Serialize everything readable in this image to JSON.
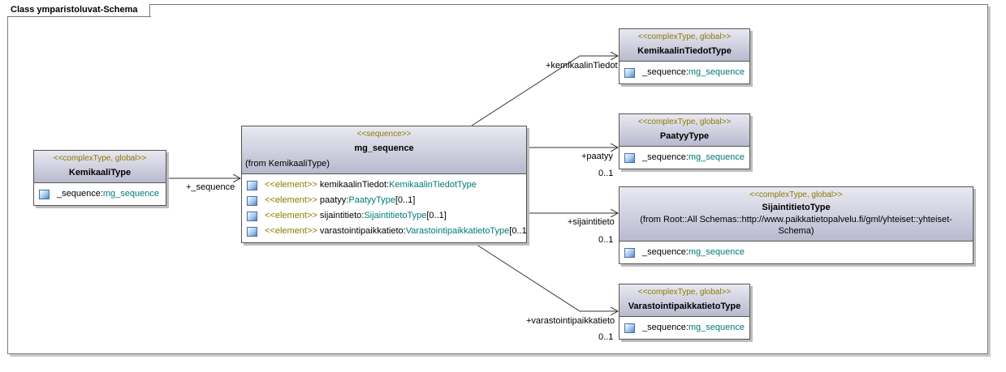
{
  "frame": {
    "title": "Class ymparistoluvat-Schema"
  },
  "classes": {
    "kemikaali": {
      "stereotype": "<<complexType, global>>",
      "name": "KemikaaliType",
      "attrs": [
        {
          "name": "_sequence:",
          "type": "mg_sequence"
        }
      ]
    },
    "mg_sequence": {
      "stereotype": "<<sequence>>",
      "name": "mg_sequence",
      "from": "(from KemikaaliType)",
      "attrs": [
        {
          "kw": "<<element>>",
          "name": " kemikaalinTiedot:",
          "type": "KemikaalinTiedotType",
          "mult": ""
        },
        {
          "kw": "<<element>>",
          "name": " paatyy:",
          "type": "PaatyyType",
          "mult": "[0..1]"
        },
        {
          "kw": "<<element>>",
          "name": " sijaintitieto:",
          "type": "SijaintitietoType",
          "mult": "[0..1]"
        },
        {
          "kw": "<<element>>",
          "name": " varastointipaikkatieto:",
          "type": "VarastointipaikkatietoType",
          "mult": "[0..1"
        }
      ]
    },
    "kemikaalin_tiedot": {
      "stereotype": "<<complexType, global>>",
      "name": "KemikaalinTiedotType",
      "attrs": [
        {
          "name": "_sequence:",
          "type": "mg_sequence"
        }
      ]
    },
    "paatyy": {
      "stereotype": "<<complexType, global>>",
      "name": "PaatyyType",
      "attrs": [
        {
          "name": "_sequence:",
          "type": "mg_sequence"
        }
      ]
    },
    "sijaintitieto": {
      "stereotype": "<<complexType, global>>",
      "name": "SijaintitietoType",
      "from": "(from Root::All Schemas::http://www.paikkatietopalvelu.fi/gml/yhteiset::yhteiset-Schema)",
      "attrs": [
        {
          "name": "_sequence:",
          "type": "mg_sequence"
        }
      ]
    },
    "varastointi": {
      "stereotype": "<<complexType, global>>",
      "name": "VarastointipaikkatietoType",
      "attrs": [
        {
          "name": "_sequence:",
          "type": "mg_sequence"
        }
      ]
    }
  },
  "links": {
    "sequence": {
      "role": "+_sequence"
    },
    "kemikaalin_tiedot": {
      "role": "+kemikaalinTiedot"
    },
    "paatyy": {
      "role": "+paatyy",
      "mult": "0..1"
    },
    "sijaintitieto": {
      "role": "+sijaintitieto",
      "mult": "0..1"
    },
    "varastointi": {
      "role": "+varastointipaikkatieto",
      "mult": "0..1"
    }
  }
}
